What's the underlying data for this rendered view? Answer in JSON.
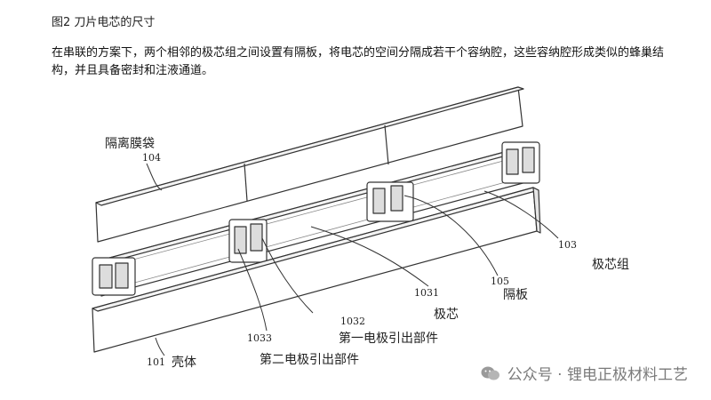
{
  "figure_title": "图2 刀片电芯的尺寸",
  "paragraph": "在串联的方案下，两个相邻的极芯组之间设置有隔板，将电芯的空间分隔成若干个容纳腔，这些容纳腔形成类似的蜂巢结构，并且具备密封和注液通道。",
  "labels": {
    "bag_name": "隔离膜袋",
    "bag_num": "104",
    "group_num": "103",
    "group_name": "极芯组",
    "plate_num": "105",
    "plate_name": "隔板",
    "core_num": "1031",
    "core_name": "极芯",
    "lead1_num": "1032",
    "lead1_name": "第一电极引出部件",
    "lead2_num": "1033",
    "lead2_name": "第二电极引出部件",
    "shell_num": "101",
    "shell_name": "壳体"
  },
  "watermark": "公众号 · 锂电正极材料工艺"
}
